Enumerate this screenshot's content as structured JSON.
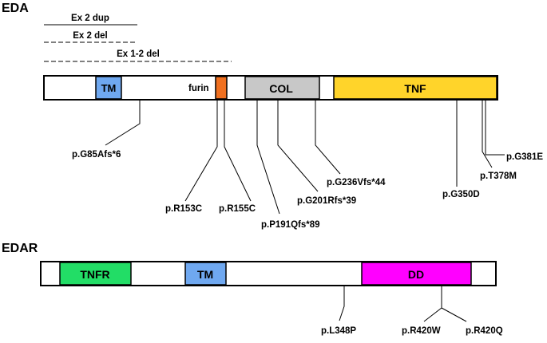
{
  "eda": {
    "title": "EDA",
    "bars": [
      {
        "label": "Ex 2 dup",
        "style": "solid"
      },
      {
        "label": "Ex 2 del",
        "style": "dashed"
      },
      {
        "label": "Ex 1-2 del",
        "style": "dashed"
      }
    ],
    "domains": {
      "tm": {
        "label": "TM",
        "color": "#6fa8f0"
      },
      "furin_label": "furin",
      "furin_site": {
        "color": "#f07020"
      },
      "col": {
        "label": "COL",
        "color": "#c8c8c8"
      },
      "tnf": {
        "label": "TNF",
        "color": "#ffd42a"
      }
    },
    "variants": [
      "p.G85Afs*6",
      "p.R153C",
      "p.R155C",
      "p.P191Qfs*89",
      "p.G201Rfs*39",
      "p.G236Vfs*44",
      "p.G350D",
      "p.T378M",
      "p.G381E"
    ]
  },
  "edar": {
    "title": "EDAR",
    "domains": {
      "tnfr": {
        "label": "TNFR",
        "color": "#22dd66"
      },
      "tm": {
        "label": "TM",
        "color": "#6fa8f0"
      },
      "dd": {
        "label": "DD",
        "color": "#ff00ff"
      }
    },
    "variants": [
      "p.L348P",
      "p.R420W",
      "p.R420Q"
    ]
  }
}
